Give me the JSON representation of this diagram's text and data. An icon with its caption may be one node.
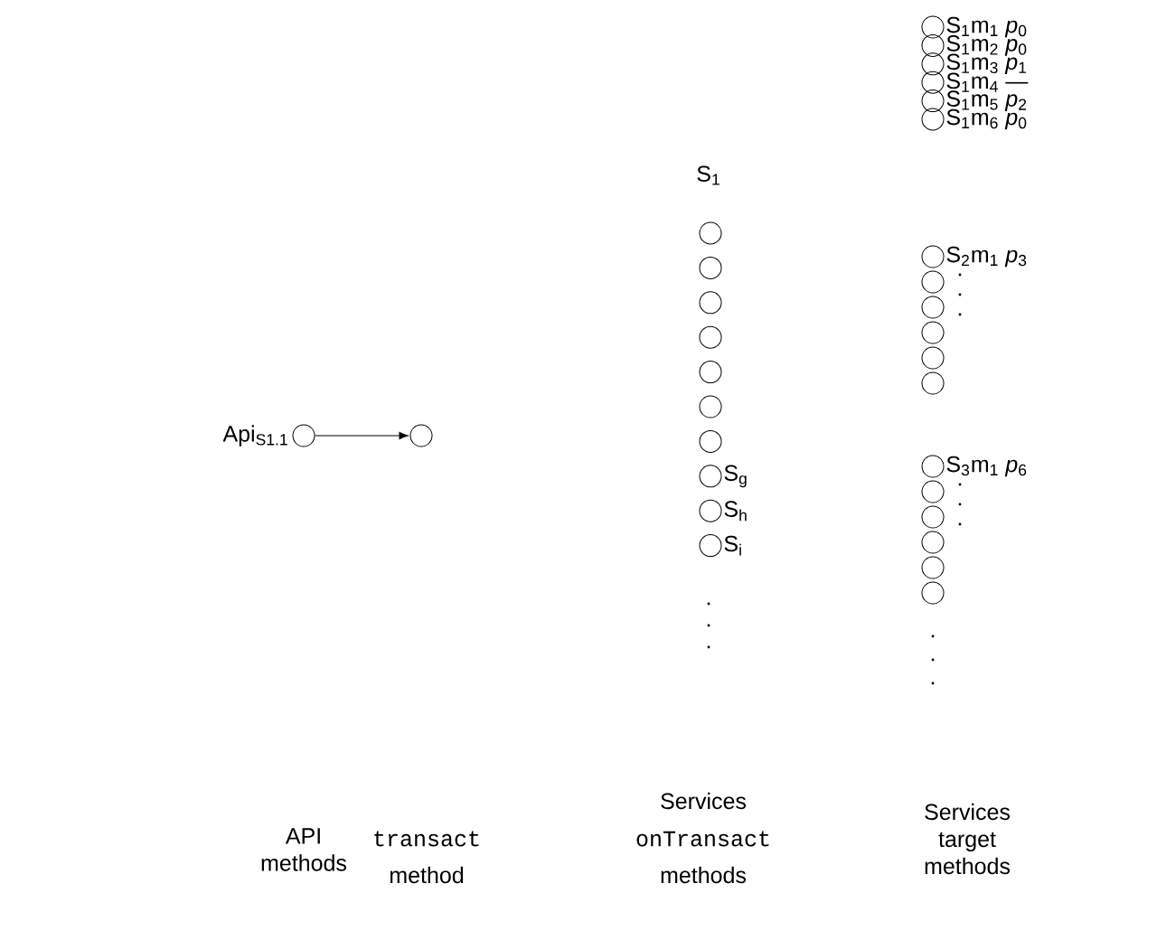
{
  "diagram": {
    "nodes": [
      {
        "text": [],
        "shape": "circle",
        "beside": [
          "Api$_{S1.1}$"
        ]
      },
      {
        "text": [],
        "shape": "circle"
      },
      {
        "text": [],
        "shape": "circle"
      },
      {
        "text": [],
        "shape": "circle"
      },
      {
        "text": [],
        "shape": "circle"
      },
      {
        "text": [],
        "shape": "circle"
      },
      {
        "text": [],
        "shape": "circle"
      },
      {
        "text": [],
        "shape": "circle"
      },
      {
        "text": [],
        "shape": "circle"
      },
      {
        "text": [],
        "shape": "circle",
        "beside": [
          "S$_{g}$"
        ]
      },
      {
        "text": [],
        "shape": "circle",
        "beside": [
          "S$_{h}$"
        ]
      },
      {
        "text": [],
        "shape": "circle",
        "beside": [
          "S$_{i}$"
        ]
      },
      {
        "text": [],
        "shape": "circle",
        "beside": [
          "S$_{1}$m$_{1}$ *p*$_{0}$"
        ]
      },
      {
        "text": [],
        "shape": "circle",
        "beside": [
          "S$_{1}$m$_{2}$ *p*$_{0}$"
        ]
      },
      {
        "text": [],
        "shape": "circle",
        "beside": [
          "S$_{1}$m$_{3}$ *p*$_{1}$"
        ]
      },
      {
        "text": [],
        "shape": "circle",
        "beside": [
          "S$_{1}$m$_{4}$ —"
        ]
      },
      {
        "text": [],
        "shape": "circle",
        "beside": [
          "S$_{1}$m$_{5}$ *p*$_{2}$"
        ]
      },
      {
        "text": [],
        "shape": "circle",
        "beside": [
          "S$_{1}$m$_{6}$ *p*$_{0}$"
        ]
      },
      {
        "text": [],
        "shape": "circle",
        "beside": [
          "S$_{2}$m$_{1}$ *p*$_{3}$"
        ]
      },
      {
        "text": [],
        "shape": "circle"
      },
      {
        "text": [],
        "shape": "circle"
      },
      {
        "text": [],
        "shape": "circle"
      },
      {
        "text": [],
        "shape": "circle"
      },
      {
        "text": [],
        "shape": "circle"
      },
      {
        "text": [],
        "shape": "circle",
        "beside": [
          "S$_{3}$m$_{1}$ *p*$_{6}$"
        ]
      },
      {
        "text": [],
        "shape": "circle"
      },
      {
        "text": [],
        "shape": "circle"
      },
      {
        "text": [],
        "shape": "circle"
      },
      {
        "text": [],
        "shape": "circle"
      },
      {
        "text": [],
        "shape": "circle"
      }
    ],
    "edges": [
      {
        "from": 0,
        "to": 1,
        "arrow": "to"
      }
    ],
    "labels": [
      "S$_{1}$",
      "API methods",
      "transact",
      "method",
      "Services",
      "onTransact",
      "methods",
      "Services target methods"
    ]
  }
}
